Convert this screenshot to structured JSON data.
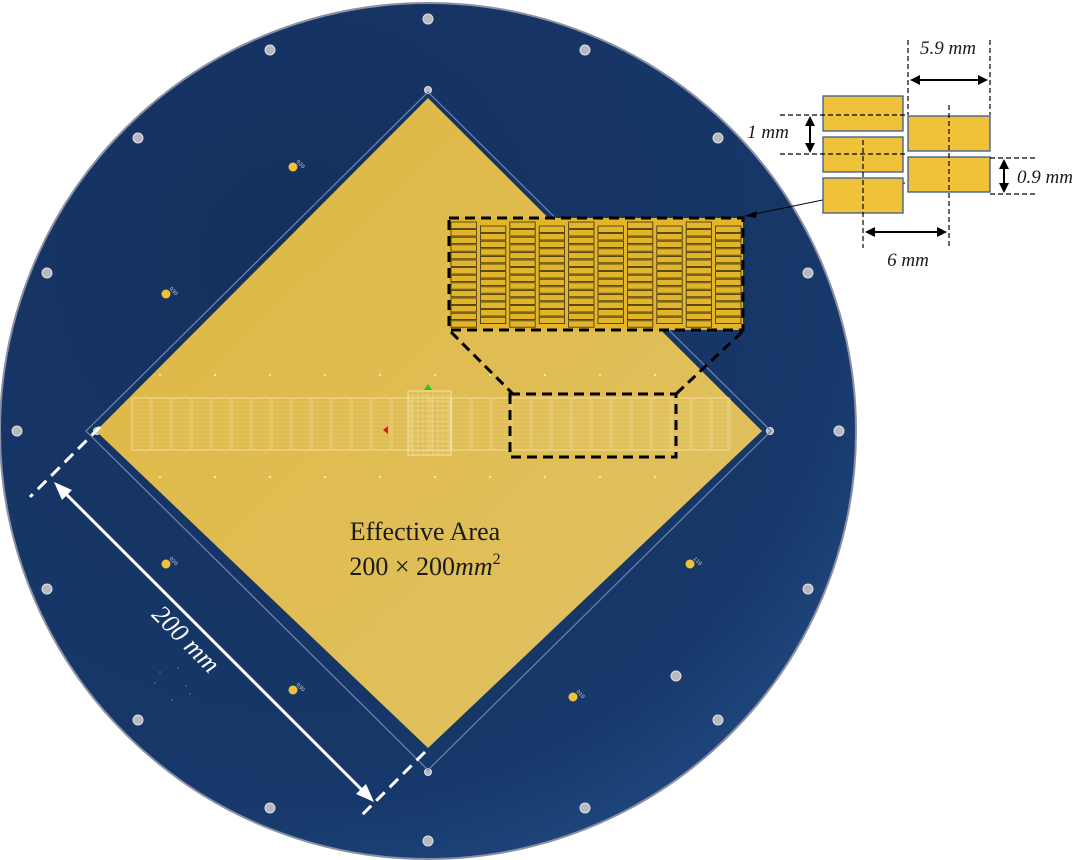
{
  "diagram": {
    "effective_area": {
      "title": "Effective Area",
      "formula_main": "200 × 200",
      "formula_unit": "mm",
      "formula_exp": "2"
    },
    "dimensions": {
      "side_length": "200 mm",
      "pad_pitch_x": "5.9 mm",
      "pad_pitch_y": "1 mm",
      "pad_height": "0.9 mm",
      "pad_width": "6 mm"
    },
    "pad_ids": [
      "020",
      "030",
      "020",
      "030",
      "110",
      "010"
    ],
    "colors": {
      "board_dark": "#14305e",
      "board_light": "#24518a",
      "board_edge": "#8a8fa3",
      "gold_pad": "#dcb94a",
      "zoom_pad": "#f0c23a",
      "pad_outline": "#3a5a8a",
      "mount_hole": "#b8b8bf",
      "marker_green": "#22c62b",
      "marker_red": "#e01818"
    }
  }
}
